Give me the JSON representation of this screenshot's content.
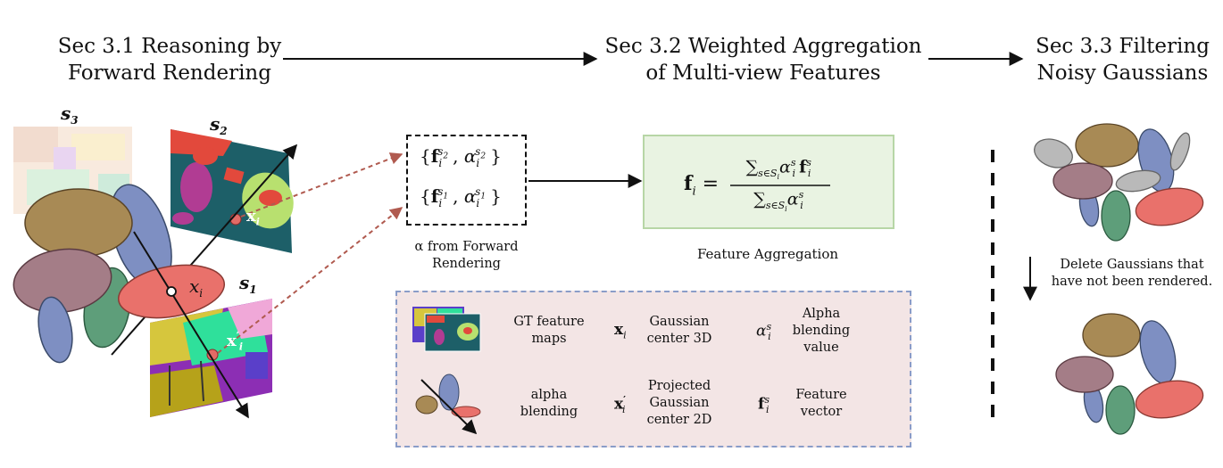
{
  "titles": {
    "sec1": [
      "Sec 3.1 Reasoning by",
      "Forward Rendering"
    ],
    "sec2": [
      "Sec 3.2 Weighted Aggregation",
      "of Multi-view Features"
    ],
    "sec3": [
      "Sec 3.3 Filtering",
      "Noisy Gaussians"
    ]
  },
  "views": {
    "s3": "s",
    "s3_sub": "3",
    "s2": "s",
    "s2_sub": "2",
    "s1": "s",
    "s1_sub": "1"
  },
  "labels": {
    "xi": "x",
    "xi_sub": "i",
    "xi_proj": "x",
    "xi_proj_sub": "i",
    "xi_proj_prime": "′",
    "xi_proj2": "x",
    "xi_proj2_sub": "i"
  },
  "sets": {
    "row1": {
      "f": "f",
      "f_sup": "s",
      "f_sup_sub": "2",
      "f_sub": "i",
      "alpha": "α",
      "a_sup": "s",
      "a_sup_sub": "2",
      "a_sub": "i"
    },
    "row2": {
      "f": "f",
      "f_sup": "s",
      "f_sup_sub": "1",
      "f_sub": "i",
      "alpha": "α",
      "a_sup": "s",
      "a_sup_sub": "1",
      "a_sub": "i"
    }
  },
  "alpha_caption": [
    "α from Forward",
    "Rendering"
  ],
  "formula": {
    "lhs": "f",
    "lhs_sub": "i",
    "sum": "∑",
    "sum_sub": "s∈S",
    "sum_sub_i": "i",
    "alpha": "α",
    "a_sup": "s",
    "a_sub": "i",
    "f": "f",
    "f_sup": "s",
    "f_sub": "i"
  },
  "feature_aggregation": "Feature Aggregation",
  "filter_caption": [
    "Delete Gaussians that",
    "have not been rendered."
  ],
  "legend": {
    "gt_maps": [
      "GT feature",
      "maps"
    ],
    "xi_desc": [
      "Gaussian",
      "center 3D"
    ],
    "alpha_desc": [
      "Alpha",
      "blending",
      "value"
    ],
    "alpha_blending": [
      "alpha",
      "blending"
    ],
    "xprime_desc": [
      "Projected",
      "Gaussian",
      "center 2D"
    ],
    "f_desc": [
      "Feature",
      "vector"
    ]
  },
  "colors": {
    "ellipse_brown": "#a88a55",
    "ellipse_blue": "#7e8fc2",
    "ellipse_mauve": "#a47d87",
    "ellipse_green": "#5e9e7a",
    "ellipse_red": "#e9716b",
    "ellipse_gray": "#b9b9b9",
    "arrow_dashed": "#b05a4f",
    "green_box_fill": "#e9f3e2",
    "legend_fill": "#f3e5e5"
  }
}
